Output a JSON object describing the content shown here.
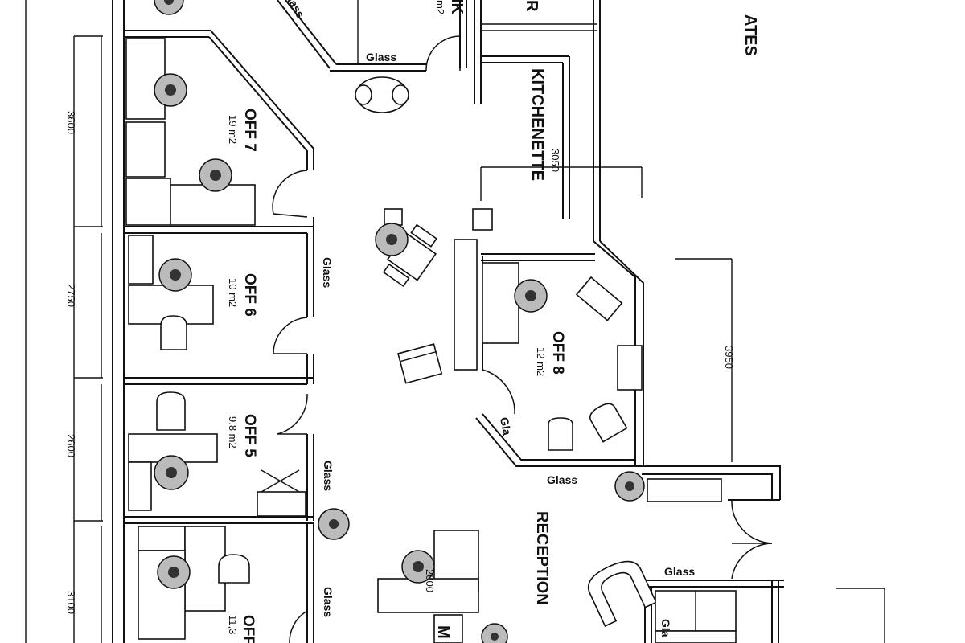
{
  "rooms": {
    "off7": {
      "name": "OFF 7",
      "area": "19 m2"
    },
    "off6": {
      "name": "OFF 6",
      "area": "10 m2"
    },
    "off5": {
      "name": "OFF 5",
      "area": "9,8 m2"
    },
    "off_bottom": {
      "name": "OFF",
      "area": "11,3"
    },
    "off8": {
      "name": "OFF 8",
      "area": "12 m2"
    },
    "kitchenette": {
      "name": "KITCHENETTE"
    },
    "reception": {
      "name": "RECEPTION"
    },
    "top_room_a": {
      "name": "IK",
      "area": "m2"
    },
    "top_room_b": {
      "name": "R"
    },
    "top_right": {
      "name": "ATES"
    },
    "bottom_center": {
      "name": "M"
    }
  },
  "labels": {
    "glass": "Glass",
    "glass_partial": "Gla",
    "glass_top_partial": "lass"
  },
  "dimensions": {
    "d3600": "3600",
    "d2750": "2750",
    "d2600": "2600",
    "d3100": "3100",
    "d3050": "3050",
    "d3950": "3950",
    "d2000": "2000"
  }
}
